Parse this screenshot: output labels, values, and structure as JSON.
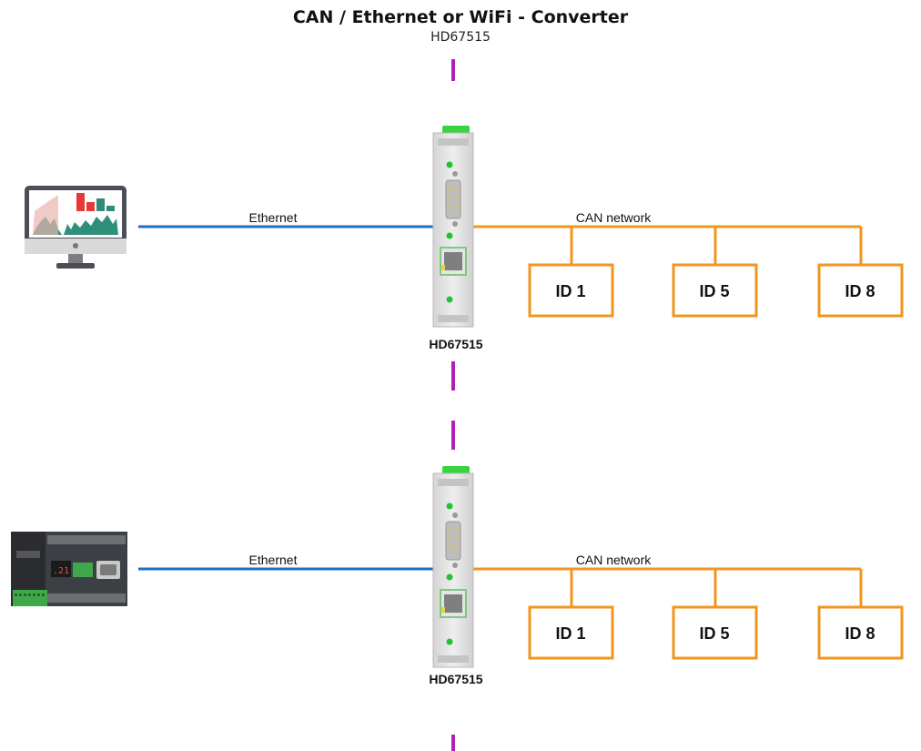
{
  "title": "CAN / Ethernet or WiFi - Converter",
  "subtitle": "HD67515",
  "colors": {
    "ethernet": "#1f6fc5",
    "can": "#f0961e",
    "divider": "#b21fb5",
    "led": "#22c232",
    "connector_top": "#37d43d"
  },
  "panels": [
    {
      "host_icon": "monitor-with-charts-icon",
      "ethernet_label": "Ethernet",
      "can_label": "CAN network",
      "device_label": "HD67515",
      "nodes": [
        "ID 1",
        "ID 5",
        "ID 8"
      ]
    },
    {
      "host_icon": "plc-controller-icon",
      "ethernet_label": "Ethernet",
      "can_label": "CAN network",
      "device_label": "HD67515",
      "nodes": [
        "ID 1",
        "ID 5",
        "ID 8"
      ]
    }
  ]
}
